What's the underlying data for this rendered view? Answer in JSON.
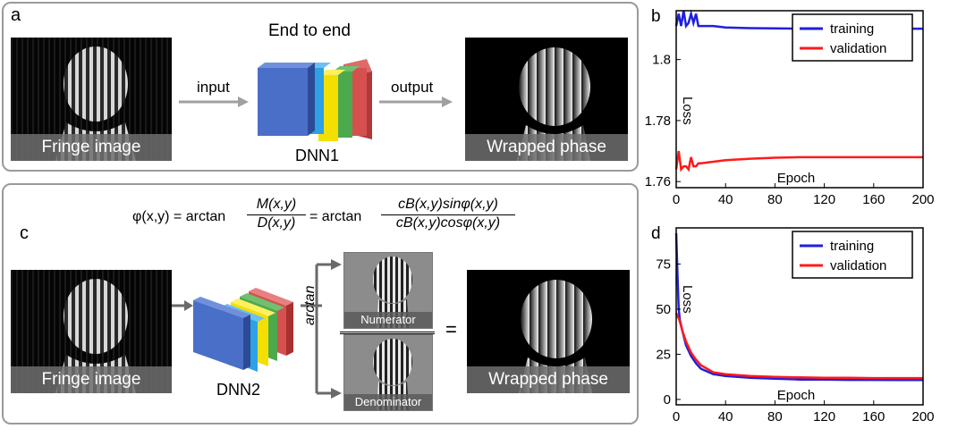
{
  "panel_a": {
    "letter": "a",
    "title": "End to end",
    "input_label": "input",
    "output_label": "output",
    "network_label": "DNN1",
    "fringe_label": "Fringe image",
    "wrapped_label": "Wrapped phase"
  },
  "panel_c": {
    "letter": "c",
    "equation": {
      "lhs": "φ(x,y) = arctan",
      "frac1_num": "M(x,y)",
      "frac1_den": "D(x,y)",
      "mid": "= arctan",
      "frac2_num": "cB(x,y)sinφ(x,y)",
      "frac2_den": "cB(x,y)cosφ(x,y)"
    },
    "network_label": "DNN2",
    "fringe_label": "Fringe image",
    "arctan_label": "arctan",
    "numerator_label": "Numerator",
    "denominator_label": "Denominator",
    "equals": "=",
    "wrapped_label": "Wrapped phase"
  },
  "colors": {
    "layer_blue": "#4a6fc8",
    "layer_cyan": "#2ea0e6",
    "layer_yellow": "#f4e000",
    "layer_green": "#4caa4c",
    "layer_red": "#d65050",
    "training": "#1f1fe0",
    "validation": "#ff1a1a",
    "arrow_gray": "#a0a0a0"
  },
  "chart_data": [
    {
      "letter": "b",
      "type": "line",
      "ylabel": "Loss",
      "xlabel": "Epoch",
      "xlim": [
        0,
        200
      ],
      "ylim": [
        1.758,
        1.816
      ],
      "xticks": [
        "0",
        "40",
        "80",
        "120",
        "160",
        "200"
      ],
      "yticks": [
        "1.76",
        "1.78",
        "1.8"
      ],
      "ytick_values": [
        1.76,
        1.78,
        1.8
      ],
      "legend": "top-right",
      "series": [
        {
          "name": "training",
          "x": [
            0,
            2,
            4,
            6,
            8,
            10,
            12,
            14,
            16,
            18,
            20,
            30,
            40,
            60,
            80,
            100,
            120,
            140,
            160,
            180,
            200
          ],
          "values": [
            1.811,
            1.815,
            1.811,
            1.816,
            1.811,
            1.812,
            1.815,
            1.812,
            1.815,
            1.811,
            1.811,
            1.811,
            1.8105,
            1.8103,
            1.8102,
            1.8101,
            1.8101,
            1.8101,
            1.8101,
            1.8101,
            1.8101
          ]
        },
        {
          "name": "validation",
          "x": [
            0,
            2,
            4,
            6,
            8,
            10,
            12,
            14,
            16,
            18,
            20,
            30,
            40,
            60,
            80,
            100,
            120,
            140,
            160,
            180,
            200
          ],
          "values": [
            1.764,
            1.77,
            1.764,
            1.765,
            1.765,
            1.764,
            1.768,
            1.765,
            1.765,
            1.766,
            1.766,
            1.7665,
            1.767,
            1.7675,
            1.7678,
            1.768,
            1.768,
            1.768,
            1.768,
            1.768,
            1.768
          ]
        }
      ]
    },
    {
      "letter": "d",
      "type": "line",
      "ylabel": "Loss",
      "xlabel": "Epoch",
      "xlim": [
        0,
        200
      ],
      "ylim": [
        -3,
        95
      ],
      "xticks": [
        "0",
        "40",
        "80",
        "120",
        "160",
        "200"
      ],
      "yticks": [
        "0",
        "25",
        "50",
        "75"
      ],
      "ytick_values": [
        0,
        25,
        50,
        75
      ],
      "legend": "top-right",
      "series": [
        {
          "name": "training",
          "x": [
            0,
            1,
            2,
            3,
            5,
            8,
            12,
            16,
            20,
            30,
            40,
            60,
            80,
            100,
            120,
            140,
            160,
            180,
            200
          ],
          "values": [
            92,
            70,
            50,
            44,
            38,
            30,
            24,
            20,
            17,
            14,
            13,
            12,
            11.5,
            11,
            11,
            10.8,
            10.8,
            10.7,
            10.7
          ]
        },
        {
          "name": "validation",
          "x": [
            0,
            1,
            2,
            3,
            5,
            8,
            12,
            16,
            20,
            30,
            40,
            60,
            80,
            100,
            120,
            140,
            160,
            180,
            200
          ],
          "values": [
            48,
            46,
            45,
            43,
            38,
            32,
            26,
            22,
            19,
            15,
            14,
            13,
            12.5,
            12.2,
            12,
            12,
            11.8,
            11.8,
            11.8
          ]
        }
      ]
    }
  ]
}
